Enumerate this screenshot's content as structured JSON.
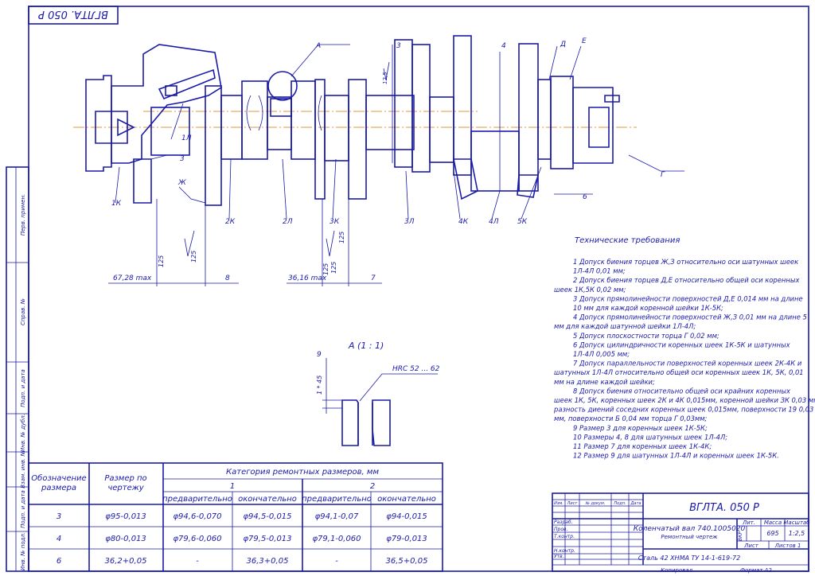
{
  "stamp_top": "ВГЛТА. 050 Р",
  "side_labels": [
    "Перв. примен.",
    "Справ. №",
    "Подп. и дата",
    "Инв. № дубл.",
    "Взам. инв. №",
    "Подп. и дата",
    "Инв. № подл."
  ],
  "callouts": {
    "A": "А",
    "num3": "3",
    "num4": "4",
    "D": "Д",
    "E": "Е",
    "l1": "1Л",
    "k1": "1К",
    "z3": "3",
    "zh": "Ж",
    "g": "Г",
    "k2": "2К",
    "l2": "2Л",
    "k3": "3К",
    "l3": "3Л",
    "k4": "4К",
    "l4": "4Л",
    "k5": "5К",
    "num6": "6",
    "r12_5": "12,5",
    "r125a": "125",
    "r125b": "125",
    "r125c": "125",
    "r125d": "125",
    "r125e": "125",
    "dim67": "67,28 max",
    "dim8": "8",
    "dim36": "36,16 max",
    "dim7": "7"
  },
  "detail": {
    "title": "А (1 : 1)",
    "num9": "9",
    "chamfer": "1 * 45",
    "hrc": "HRC 52 ... 62"
  },
  "requirements": {
    "title": "Технические требования",
    "lines": [
      "1  Допуск биения торцев Ж,З относительно оси шатунных шеек",
      "1Л-4Л 0,01 мм;",
      "2  Допуск биения торцев Д,Е относительно общей оси коренных",
      "шеек 1К,5К 0,02 мм;",
      "3  Допуск прямолинейности поверхностей Д,Е 0,014  мм на длине",
      "10 мм для каждой коренной шейки 1К-5К;",
      "4  Допуск прямолинейности поверхностей Ж,З 0,01 мм на длине 5",
      "мм для каждой шатунной шейки 1Л-4Л;",
      "5  Допуск плоскостности торца Г 0,02 мм;",
      "6  Допуск цилиндричности коренных шеек  1К-5К  и  шатунных",
      "1Л-4Л 0,005 мм;",
      "7  Допуск параллельности поверхностей коренных шеек 2К-4К и",
      "шатунных 1Л-4Л относительно общей оси коренных шеек 1К, 5К, 0,01",
      "мм на длине каждой шейки;",
      "8  Допуск  биения  относительно  общей  оси  крайних  коренных",
      "шеек 1К, 5К, коренных шеек 2К и 4К 0,015мм, коренной шейки ЗК 0,03 мм,",
      "разность диений соседних коренных шеек 0,015мм, поверхности 19 0,03",
      "мм, поверхности Б 0,04 мм торца Г 0,03мм;",
      "9  Размер 3 для коренных шеек 1К-5К;",
      "10  Размеры 4, 8 для шатунных шеек 1Л-4Л;",
      "11  Размер 7 для коренных шеек 1К-4К;",
      "12  Размер 9 для шатунных 1Л-4Л и коренных шеек 1К-5К."
    ]
  },
  "repair_table": {
    "h_designation": [
      "Обозначение",
      "размера"
    ],
    "h_size": [
      "Размер по",
      "чертежу"
    ],
    "h_category": "Категория ремонтных размеров, мм",
    "cat1": "1",
    "cat2": "2",
    "prelim": "предварительно",
    "final": "окончательно",
    "rows": [
      [
        "3",
        "φ95-0,013",
        "φ94,6-0,070",
        "φ94,5-0,015",
        "φ94,1-0,07",
        "φ94-0,015"
      ],
      [
        "4",
        "φ80-0,013",
        "φ79,6-0,060",
        "φ79,5-0,013",
        "φ79,1-0,060",
        "φ79-0,013"
      ],
      [
        "6",
        "36,2+0,05",
        "-",
        "36,3+0,05",
        "-",
        "36,5+0,05"
      ]
    ]
  },
  "title_block": {
    "code": "ВГЛТА. 050 Р",
    "name": "Коленчатый вал 740.1005020",
    "subtitle": "Ремонтный чертеж",
    "material": "Сталь 42 ХНМА  ТУ 14-1-619-72",
    "h_lit": "Лит.",
    "h_mass": "Масса",
    "h_scale": "Масштаб",
    "mass": "695",
    "scale": "1:2,5",
    "sheet": "Лист",
    "sheets": "Листов  1",
    "roles": [
      "Изм.",
      "Лист",
      "№ докум.",
      "Подп.",
      "Дата"
    ],
    "people": [
      "Разраб.",
      "Пров.",
      "Т.контр.",
      "",
      "Н.контр.",
      "Утв."
    ],
    "letter": "ВКР",
    "copied": "Копировал",
    "format": "Формат  А2"
  }
}
